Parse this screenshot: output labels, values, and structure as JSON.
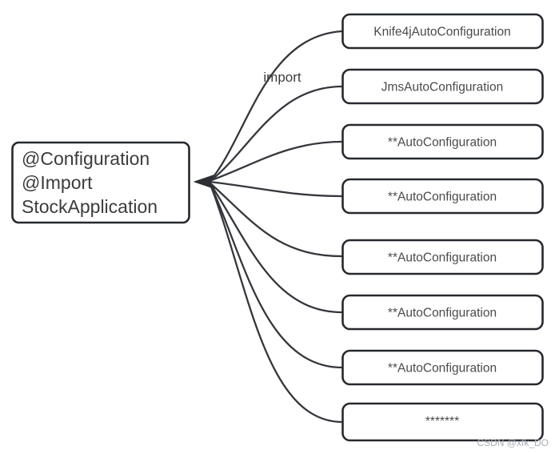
{
  "diagram": {
    "root_node": {
      "lines": [
        "@Configuration",
        "@Import",
        "StockApplication"
      ]
    },
    "edge_label": "import",
    "right_nodes": [
      {
        "label": "Knife4jAutoConfiguration"
      },
      {
        "label": "JmsAutoConfiguration"
      },
      {
        "label": "**AutoConfiguration"
      },
      {
        "label": "**AutoConfiguration"
      },
      {
        "label": "**AutoConfiguration"
      },
      {
        "label": "**AutoConfiguration"
      },
      {
        "label": "**AutoConfiguration"
      },
      {
        "label": "*******"
      }
    ],
    "watermark": "CSDN @xfk_DO",
    "colors": {
      "background": "#ffffff",
      "line": "#34373c",
      "node_border": "#26292e",
      "node_fill": "#ffffff",
      "root_text": "#3c3c3c",
      "node_text": "#4b4b4b",
      "watermark_text": "#a9aeb6"
    }
  }
}
